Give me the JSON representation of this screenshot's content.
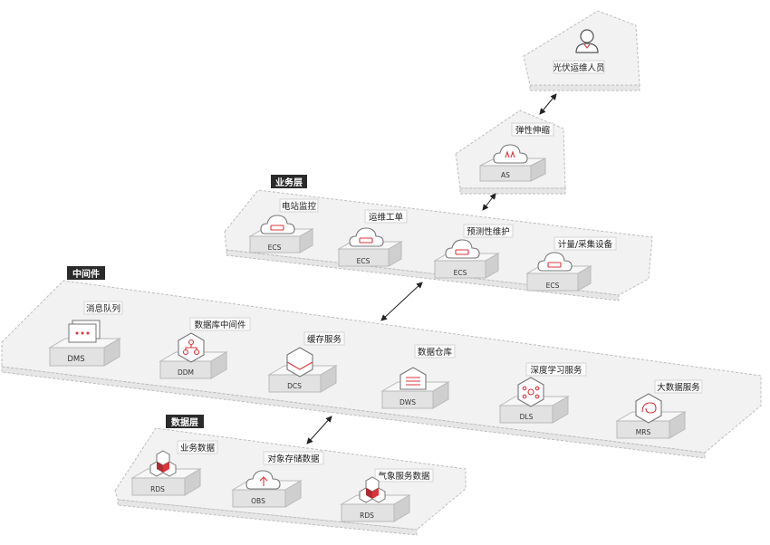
{
  "layers": {
    "business": "业务层",
    "middleware": "中间件",
    "data": "数据层"
  },
  "user": {
    "label": "光伏运维人员"
  },
  "autoscale": {
    "label": "弹性伸缩",
    "service": "AS"
  },
  "business_apps": [
    {
      "label": "电站监控",
      "service": "ECS"
    },
    {
      "label": "运维工单",
      "service": "ECS"
    },
    {
      "label": "预测性维护",
      "service": "ECS"
    },
    {
      "label": "计量/采集设备",
      "service": "ECS"
    }
  ],
  "middleware_services": [
    {
      "label": "消息队列",
      "service": "DMS"
    },
    {
      "label": "数据库中间件",
      "service": "DDM"
    },
    {
      "label": "缓存服务",
      "service": "DCS"
    },
    {
      "label": "数据仓库",
      "service": "DWS"
    },
    {
      "label": "深度学习服务",
      "service": "DLS"
    },
    {
      "label": "大数据服务",
      "service": "MRS"
    }
  ],
  "data_services": [
    {
      "label": "业务数据",
      "service": "RDS"
    },
    {
      "label": "对象存储数据",
      "service": "OBS"
    },
    {
      "label": "气象服务数据",
      "service": "RDS"
    }
  ],
  "colors": {
    "accent": "#d9343a",
    "tag": "#2b2b2b"
  }
}
